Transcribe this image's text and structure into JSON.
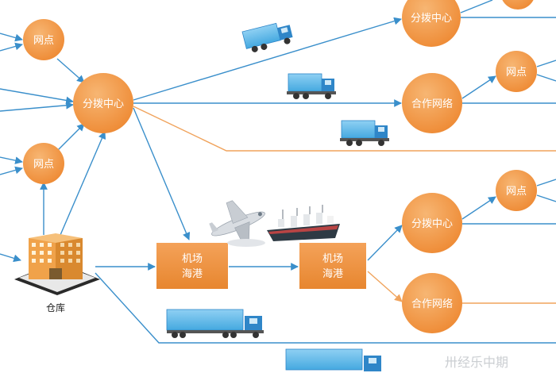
{
  "nodes": {
    "net_left_top": {
      "label": "网点"
    },
    "net_left_mid": {
      "label": "网点"
    },
    "hub_main": {
      "label": "分拨中心"
    },
    "hub_top_right": {
      "label": "分拨中心"
    },
    "coop_top": {
      "label": "合作网络"
    },
    "net_right_top": {
      "label": "网点"
    },
    "port_left": {
      "line1": "机场",
      "line2": "海港"
    },
    "port_right": {
      "line1": "机场",
      "line2": "海港"
    },
    "hub_bottom_right": {
      "label": "分拨中心"
    },
    "net_right_mid": {
      "label": "网点"
    },
    "coop_bottom": {
      "label": "合作网络"
    },
    "warehouse": {
      "label": "仓库"
    }
  },
  "watermark": "卅经乐中期",
  "colors": {
    "node_orange": "#F29B4E",
    "node_orange_dark": "#E67E22",
    "line_blue": "#3A8FCB",
    "line_orange": "#F0A35C",
    "truck_cab": "#2F86C8",
    "container": "#5DB7E8",
    "building": "#F0A24A"
  }
}
